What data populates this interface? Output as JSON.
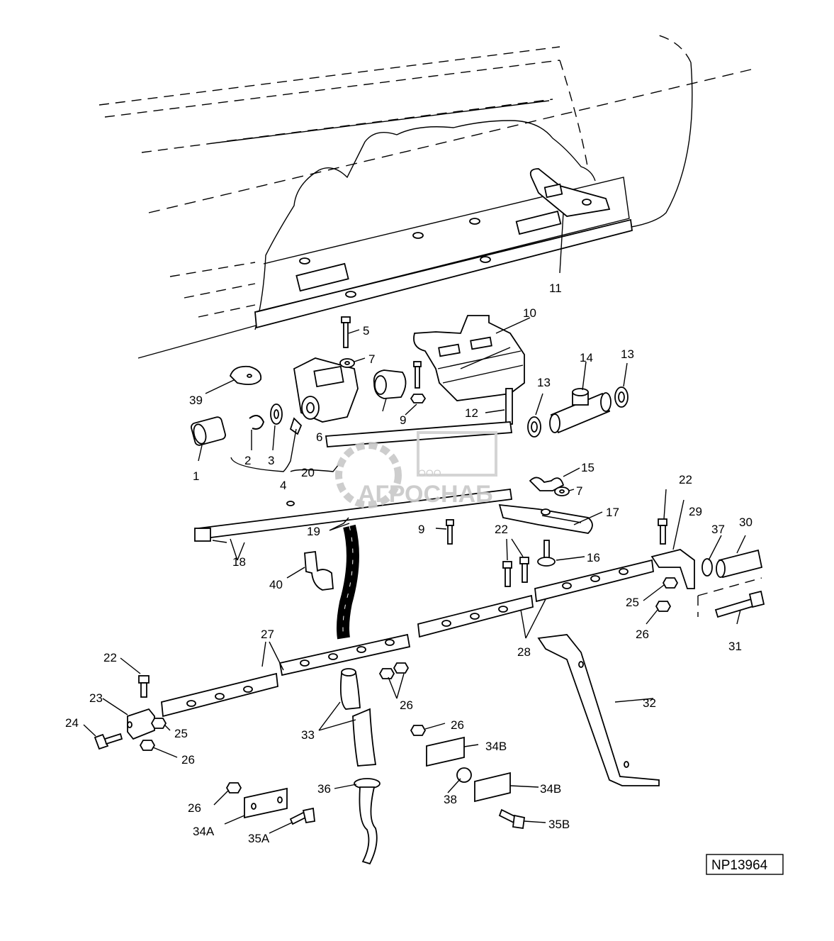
{
  "diagram": {
    "labels": {
      "l1": "1",
      "l2": "2",
      "l3": "3",
      "l4": "4",
      "l5": "5",
      "l6": "6",
      "l7a": "7",
      "l7b": "7",
      "l9a": "9",
      "l9b": "9",
      "l10": "10",
      "l11": "11",
      "l12": "12",
      "l13a": "13",
      "l13b": "13",
      "l14": "14",
      "l15": "15",
      "l16": "16",
      "l17": "17",
      "l18": "18",
      "l19": "19",
      "l20": "20",
      "l22a": "22",
      "l22b": "22",
      "l22c": "22",
      "l23": "23",
      "l24": "24",
      "l25a": "25",
      "l25b": "25",
      "l26a": "26",
      "l26b": "26",
      "l26c": "26",
      "l26d": "26",
      "l26e": "26",
      "l27": "27",
      "l28": "28",
      "l29": "29",
      "l30": "30",
      "l31": "31",
      "l32": "32",
      "l33": "33",
      "l34a": "34A",
      "l34b1": "34B",
      "l34b2": "34B",
      "l35a": "35A",
      "l35b": "35B",
      "l36": "36",
      "l37": "37",
      "l38": "38",
      "l39": "39",
      "l40": "40"
    },
    "figure_code": "NP13964",
    "watermark": {
      "brand": "АГРОСНАБ",
      "small": "ООО"
    }
  }
}
